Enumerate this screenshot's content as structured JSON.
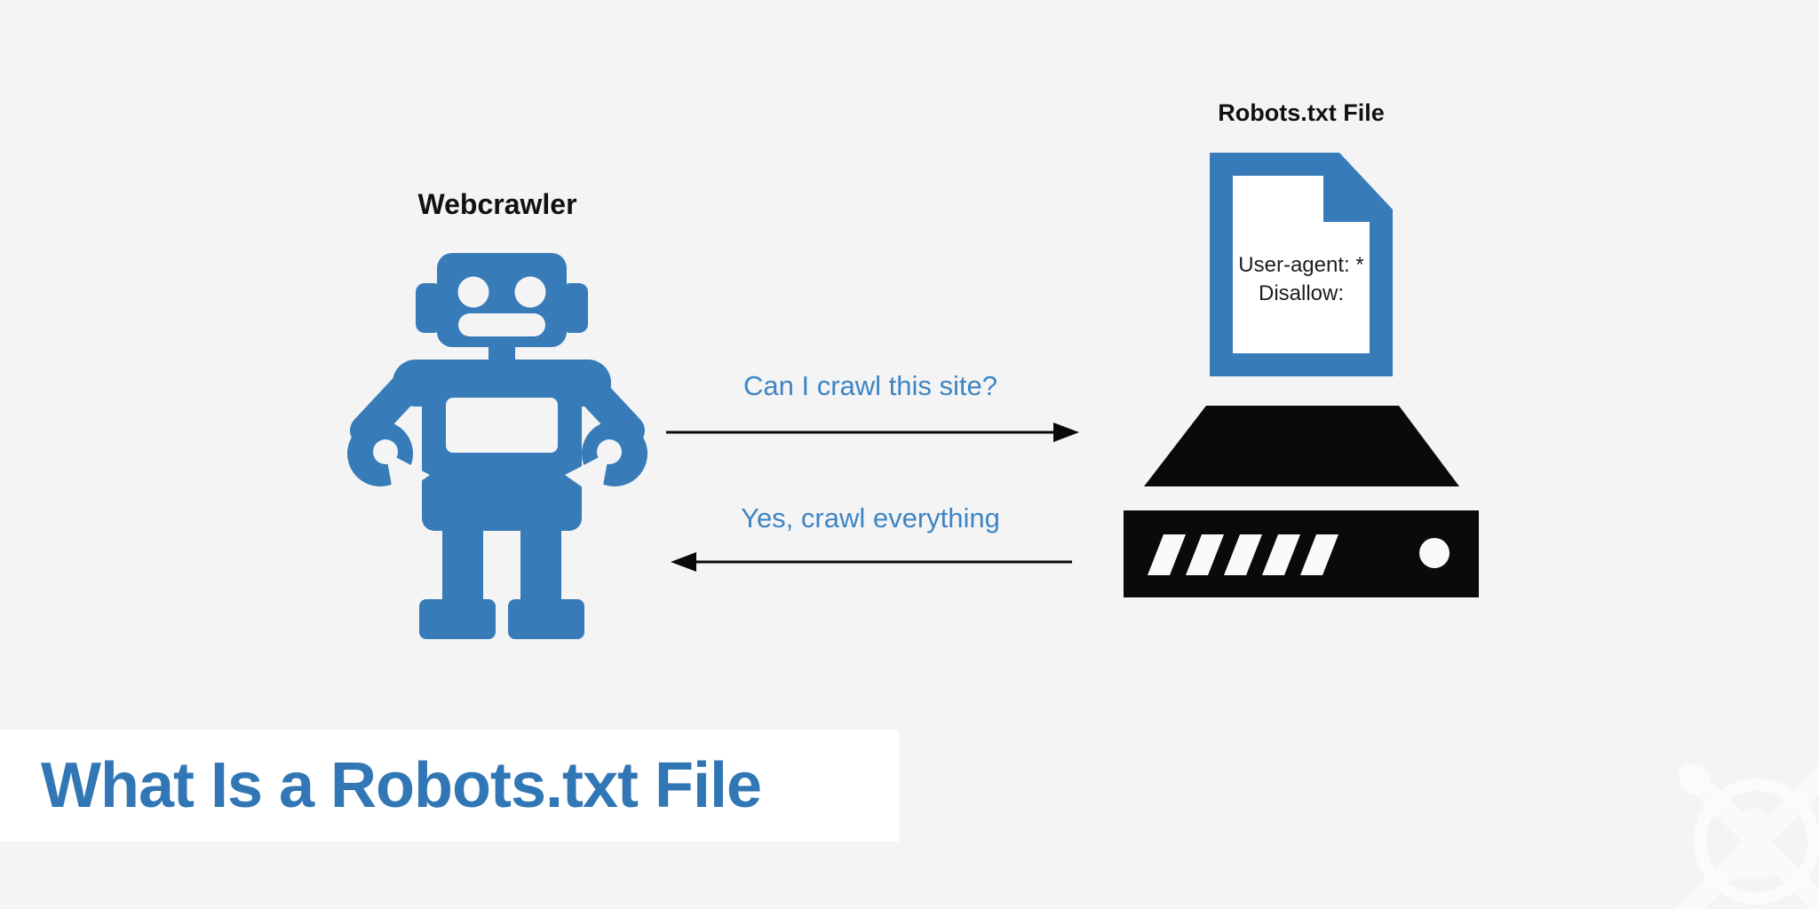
{
  "page": {
    "background": "#f4f4f4"
  },
  "colors": {
    "icon_blue": "#377CB9",
    "title_blue": "#3277B5",
    "message_blue": "#3E85C5",
    "icon_black": "#0A0A0A",
    "label_black": "#111111",
    "banner_bg": "#FFFFFF"
  },
  "crawler": {
    "label": "Webcrawler",
    "icon": "robot-icon"
  },
  "file": {
    "label": "Robots.txt File",
    "icon": "document-file-icon",
    "content_lines": [
      "User-agent: *",
      "Disallow:"
    ]
  },
  "server": {
    "icon": "server-icon"
  },
  "conversation": {
    "request": {
      "text": "Can I crawl this site?",
      "direction": "left-to-right",
      "icon": "arrow-right-icon"
    },
    "response": {
      "text": "Yes, crawl everything",
      "direction": "right-to-left",
      "icon": "arrow-left-icon"
    }
  },
  "footer": {
    "title": "What Is a Robots.txt File"
  },
  "watermark": {
    "icon": "keyhole-badge-watermark-icon"
  }
}
